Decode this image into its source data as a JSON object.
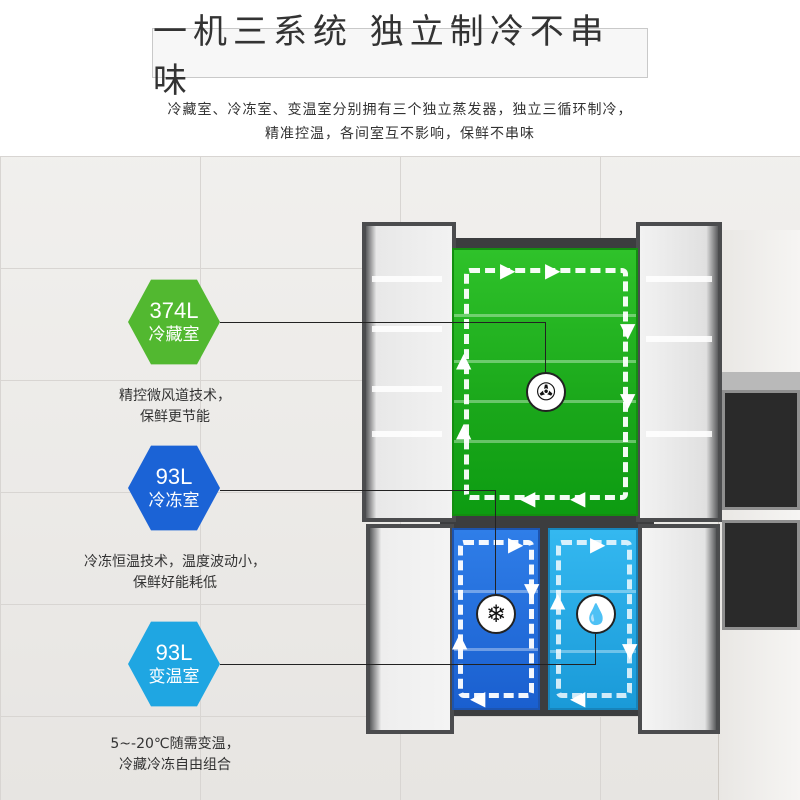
{
  "header": {
    "title": "一机三系统  独立制冷不串味",
    "subtitle_line1": "冷藏室、冷冻室、变温室分别拥有三个独立蒸发器，独立三循环制冷，",
    "subtitle_line2": "精准控温，各间室互不影响，保鲜不串味"
  },
  "zones": {
    "fridge": {
      "volume": "374L",
      "name": "冷藏室",
      "desc_line1": "精控微风道技术，",
      "desc_line2": "保鲜更节能",
      "color": "#52b830",
      "icon": "fan-icon"
    },
    "freezer": {
      "volume": "93L",
      "name": "冷冻室",
      "desc_line1": "冷冻恒温技术，温度波动小，",
      "desc_line2": "保鲜好能耗低",
      "color": "#1b63d6",
      "icon": "snowflake-icon"
    },
    "variable": {
      "volume": "93L",
      "name": "变温室",
      "desc_line1": "5~-20℃随需变温，",
      "desc_line2": "冷藏冷冻自由组合",
      "color": "#1fa6e2",
      "icon": "water-drop-icon"
    }
  },
  "icons": {
    "fan": "✇",
    "snowflake": "❄",
    "drop": "💧"
  }
}
